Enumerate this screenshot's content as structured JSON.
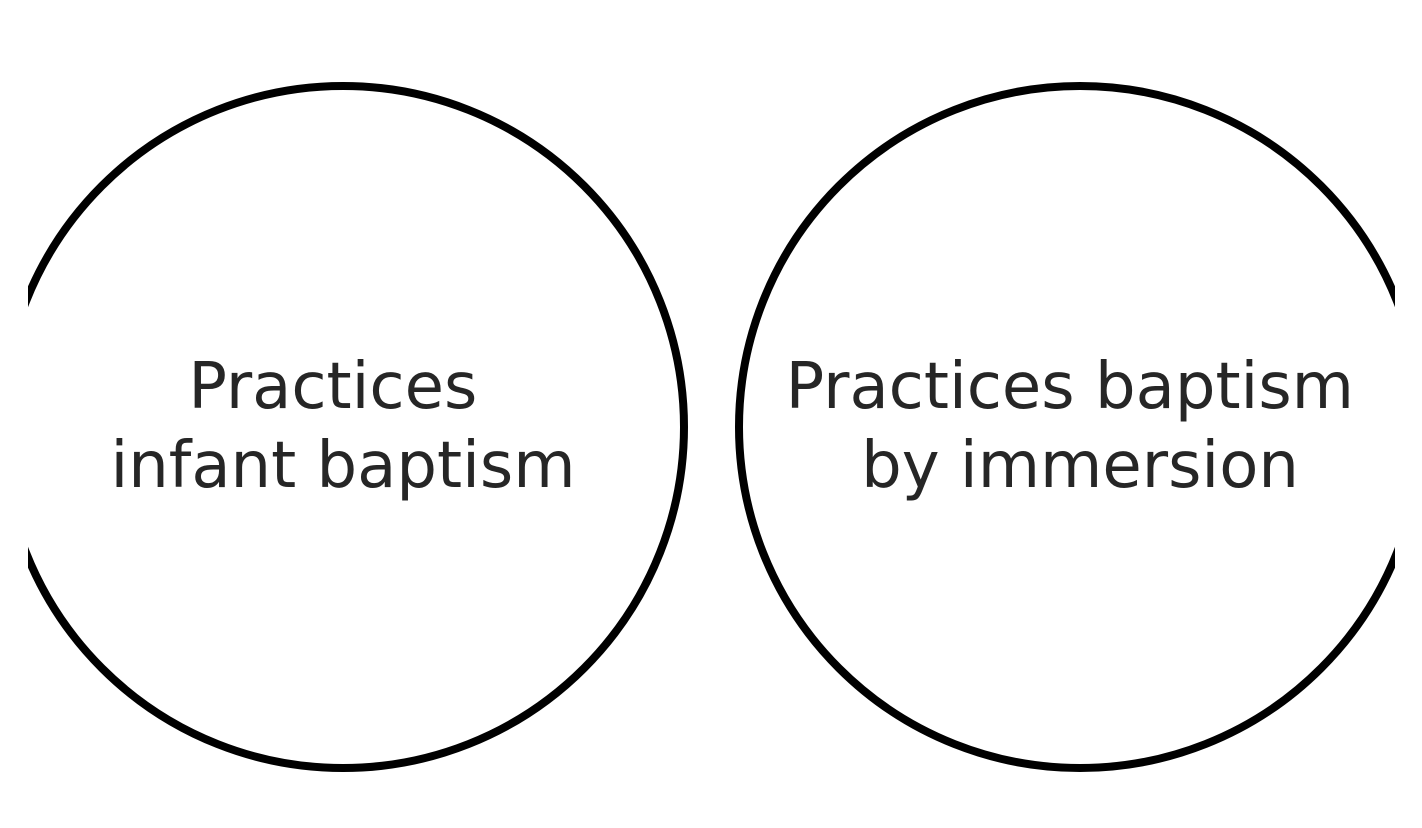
{
  "diagram": {
    "type": "venn",
    "sets": [
      {
        "lines": [
          "Practices",
          "infant baptism"
        ]
      },
      {
        "lines": [
          "Practices baptism",
          "by immersion"
        ]
      }
    ],
    "stroke_color": "#000000",
    "text_color": "#262626"
  }
}
